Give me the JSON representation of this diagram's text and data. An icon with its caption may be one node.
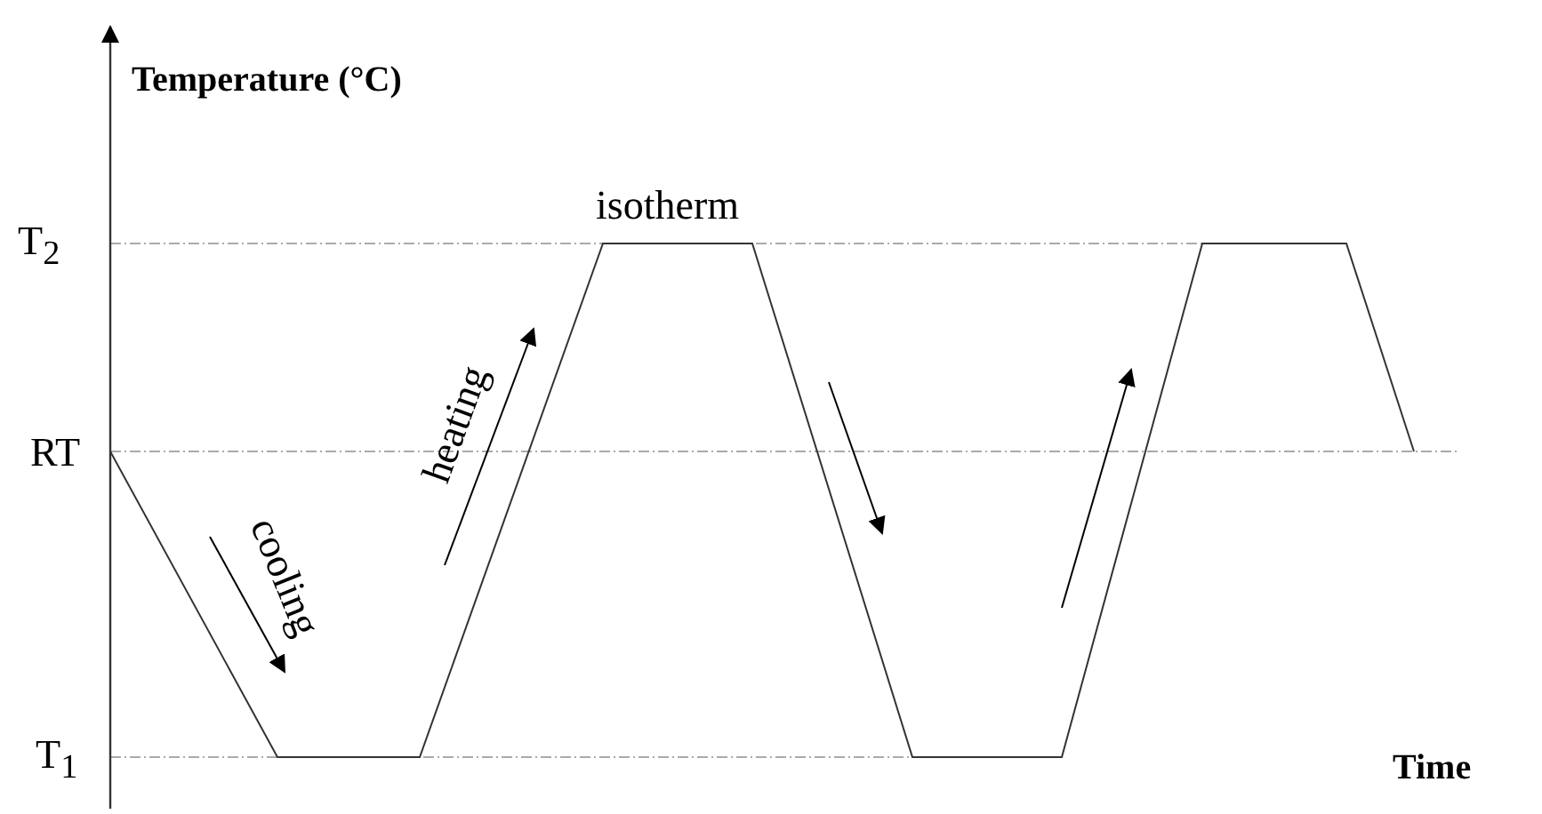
{
  "diagram": {
    "labels": [
      "Temperature (°C)",
      "isotherm",
      "T$_{2}$",
      "heating",
      "RT",
      "cooling",
      "T$_{1}$",
      "Time"
    ]
  }
}
